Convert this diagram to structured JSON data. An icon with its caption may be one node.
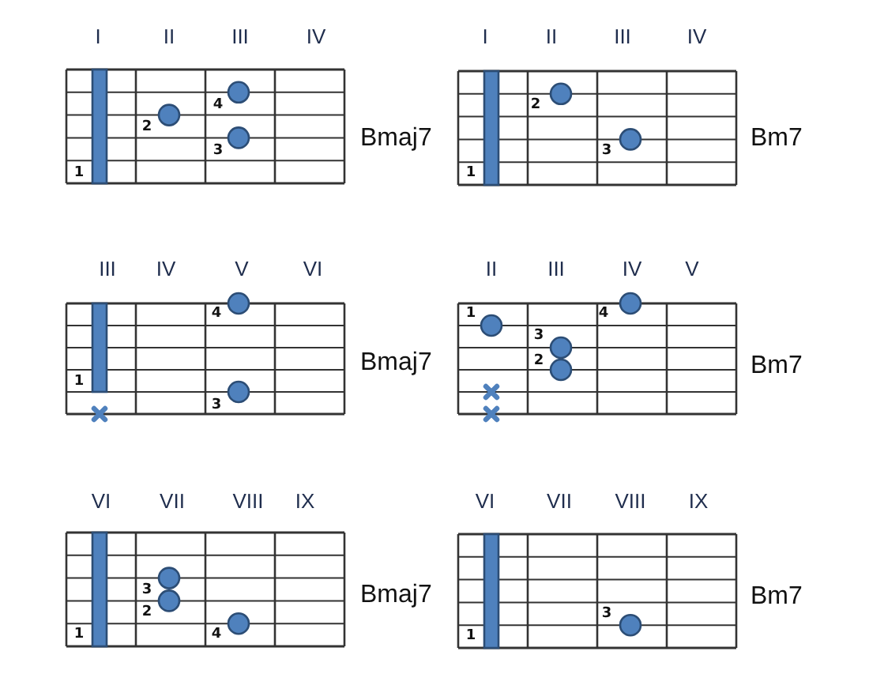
{
  "diagram": {
    "labels": [
      "I",
      "II",
      "III",
      "IV",
      "4",
      "2",
      "3",
      "1",
      "Bmaj7",
      "I",
      "II",
      "III",
      "IV",
      "2",
      "3",
      "1",
      "Bm7",
      "III",
      "IV",
      "V",
      "VI",
      "4",
      "1",
      "3",
      "Bmaj7",
      "II",
      "III",
      "IV",
      "V",
      "1",
      "4",
      "3",
      "2",
      "Bm7",
      "VI",
      "VII",
      "VIII",
      "IX",
      "3",
      "2",
      "1",
      "4",
      "Bmaj7",
      "VI",
      "VII",
      "VIII",
      "IX",
      "3",
      "1",
      "Bm7"
    ]
  }
}
